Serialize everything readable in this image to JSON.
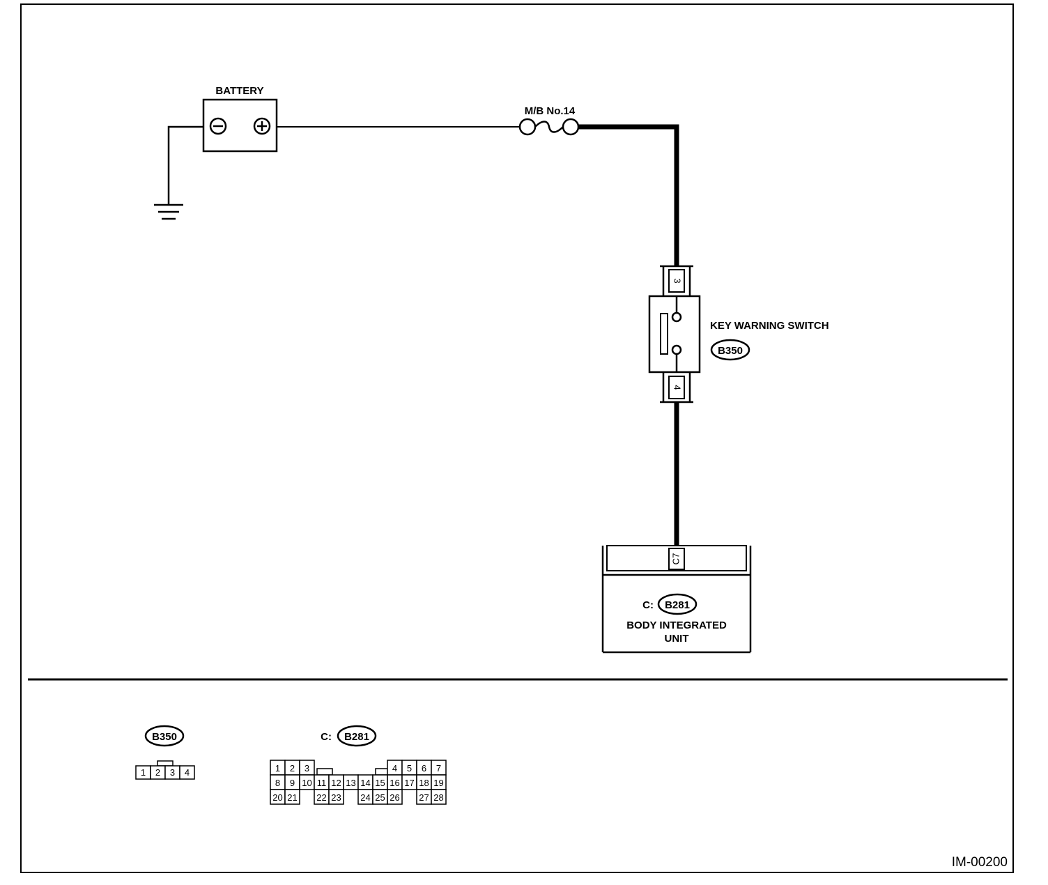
{
  "battery": {
    "label": "BATTERY",
    "neg_symbol": "−",
    "pos_symbol": "+"
  },
  "fuse": {
    "label": "M/B No.14"
  },
  "switch": {
    "label": "KEY WARNING SWITCH",
    "connector": "B350",
    "pin_top": "3",
    "pin_bottom": "4"
  },
  "biu": {
    "pin": "C7",
    "prefix": "C:",
    "connector": "B281",
    "line1": "BODY INTEGRATED",
    "line2": "UNIT"
  },
  "legend": {
    "b350": {
      "connector": "B350",
      "pins": [
        "1",
        "2",
        "3",
        "4"
      ]
    },
    "b281": {
      "prefix": "C:",
      "connector": "B281",
      "row1": [
        "1",
        "2",
        "3",
        "4",
        "5",
        "6",
        "7"
      ],
      "row2": [
        "8",
        "9",
        "10",
        "11",
        "12",
        "13",
        "14",
        "15",
        "16",
        "17",
        "18",
        "19"
      ],
      "row3": [
        "20",
        "21",
        "22",
        "23",
        "24",
        "25",
        "26",
        "27",
        "28"
      ]
    }
  },
  "figure_code": "IM-00200"
}
